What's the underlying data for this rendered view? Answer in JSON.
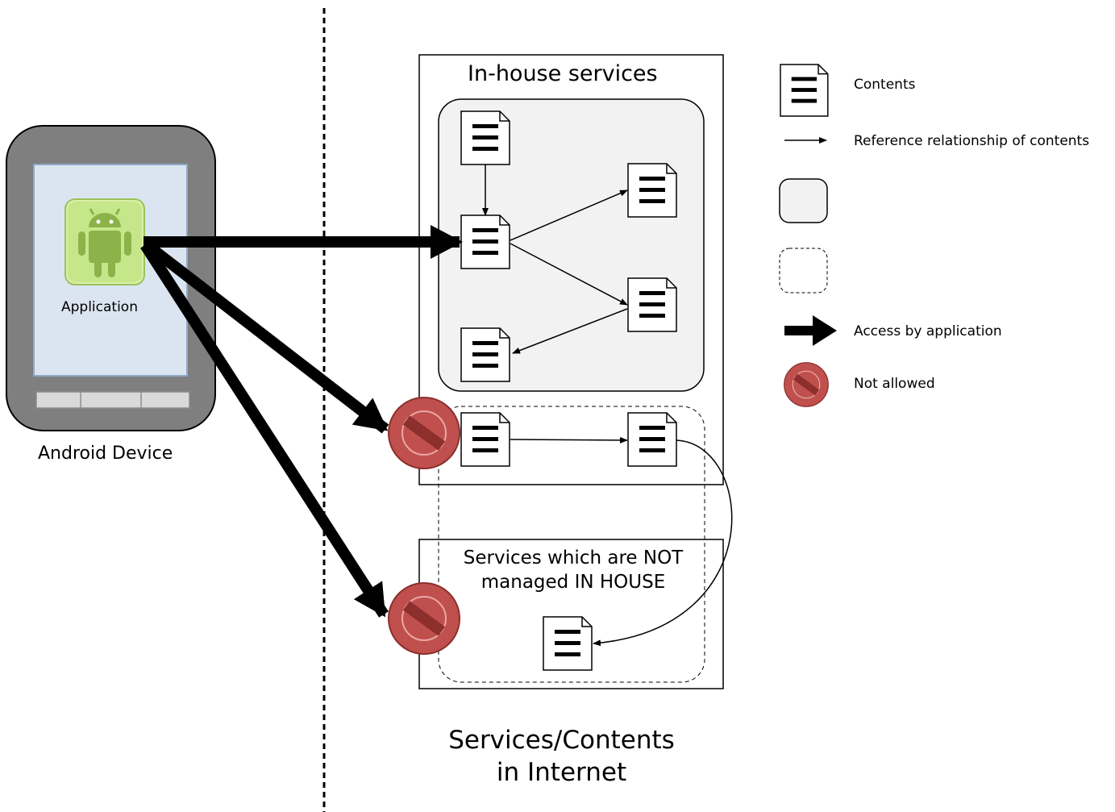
{
  "device": {
    "label": "Android Device",
    "app_label": "Application"
  },
  "in_house": {
    "title": "In-house services"
  },
  "not_managed": {
    "title_line1": "Services which are NOT",
    "title_line2": "managed IN HOUSE"
  },
  "internet": {
    "title_line1": "Services/Contents",
    "title_line2": "in Internet"
  },
  "legend": {
    "contents": "Contents",
    "reference": "Reference relationship of contents",
    "access": "Access by application",
    "not_allowed": "Not allowed"
  },
  "colors": {
    "device_body": "#7f7f7f",
    "screen": "#dbe5f1",
    "android_green": "#8cb24a",
    "group_fill": "#f2f2f2",
    "not_allowed": "#c0504d"
  }
}
